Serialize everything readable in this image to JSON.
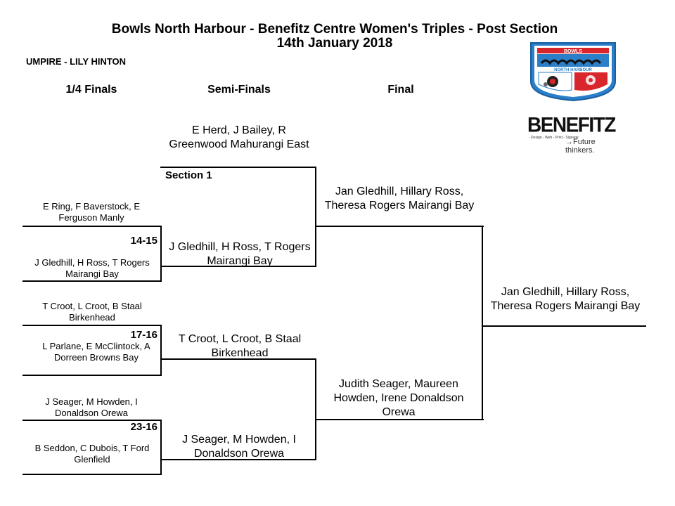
{
  "header": {
    "title_line1": "Bowls North Harbour - Benefitz Centre Women's Triples - Post Section",
    "title_line2": "14th January 2018",
    "umpire": "UMPIRE - LILY HINTON"
  },
  "rounds": {
    "quarter": "1/4 Finals",
    "semi": "Semi-Finals",
    "final": "Final"
  },
  "quarter_finals": [
    {
      "team_a": "E Ring, F Baverstock, E Ferguson Manly",
      "team_b": "J Gledhill, H Ross, T Rogers Mairangi Bay",
      "score": "14-15"
    },
    {
      "team_a": "T Croot, L Croot, B Staal Birkenhead",
      "team_b": "L Parlane, E McClintock, A Dorreen Browns Bay",
      "score": "17-16"
    },
    {
      "team_a": "J Seager, M Howden, I Donaldson Orewa",
      "team_b": "B Seddon, C Dubois, T Ford Glenfield",
      "score": "23-16"
    }
  ],
  "semi_finals": [
    {
      "team_a": "E Herd, J Bailey, R Greenwood Mahurangi East",
      "team_a_note": "Section 1",
      "team_b": "J Gledhill, H Ross, T Rogers Mairangi Bay"
    },
    {
      "team_a": "T Croot, L Croot, B Staal Birkenhead",
      "team_b": "J Seager, M Howden, I Donaldson Orewa"
    }
  ],
  "final": {
    "team_a": "Jan Gledhill, Hillary Ross, Theresa Rogers Mairangi Bay",
    "team_b": "Judith Seager, Maureen Howden, Irene Donaldson Orewa"
  },
  "winner": "Jan Gledhill, Hillary Ross, Theresa Rogers Mairangi Bay",
  "logo": {
    "text_top": "BOWLS",
    "text_mid": "NORTH HARBOUR",
    "icon": "bowls-north-harbour-crest-icon",
    "colors": {
      "blue": "#2a7fc8",
      "red": "#d8262c",
      "white": "#ffffff"
    }
  },
  "sponsor": {
    "name": "BENEFITZ",
    "tagline": "- Design - Web - Print - Signage",
    "slogan": "Future thinkers."
  }
}
